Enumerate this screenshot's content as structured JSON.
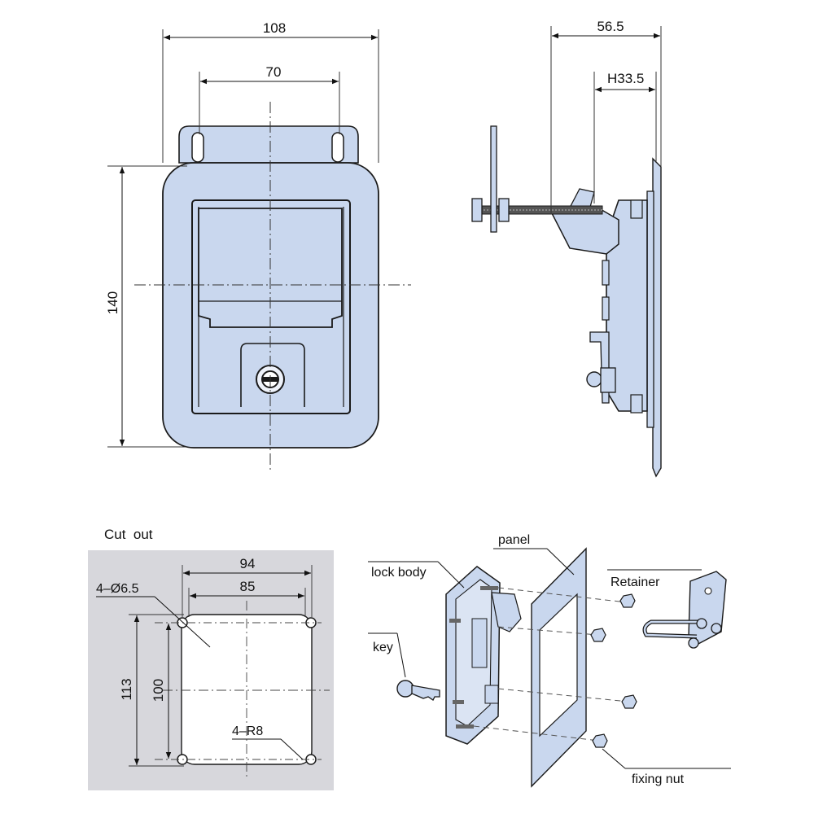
{
  "front_view": {
    "dim_width_overall": "108",
    "dim_width_holes": "70",
    "dim_height": "140"
  },
  "side_view": {
    "dim_depth": "56.5",
    "dim_height_adjust": "H33.5"
  },
  "cutout": {
    "title": "Cut  out",
    "dim_width_outer": "94",
    "dim_width_inner": "85",
    "dim_height_outer": "113",
    "dim_height_inner": "100",
    "hole_note": "4–Ø6.5",
    "radius_note": "4–R8"
  },
  "exploded_view": {
    "label_panel": "panel",
    "label_lock_body": "lock body",
    "label_retainer": "Retainer",
    "label_key": "key",
    "label_fixing_nut": "fixing nut"
  },
  "colors": {
    "part_fill": "#c9d7ee",
    "cutout_bg": "#d7d7dc",
    "line": "#1a1a1a"
  }
}
